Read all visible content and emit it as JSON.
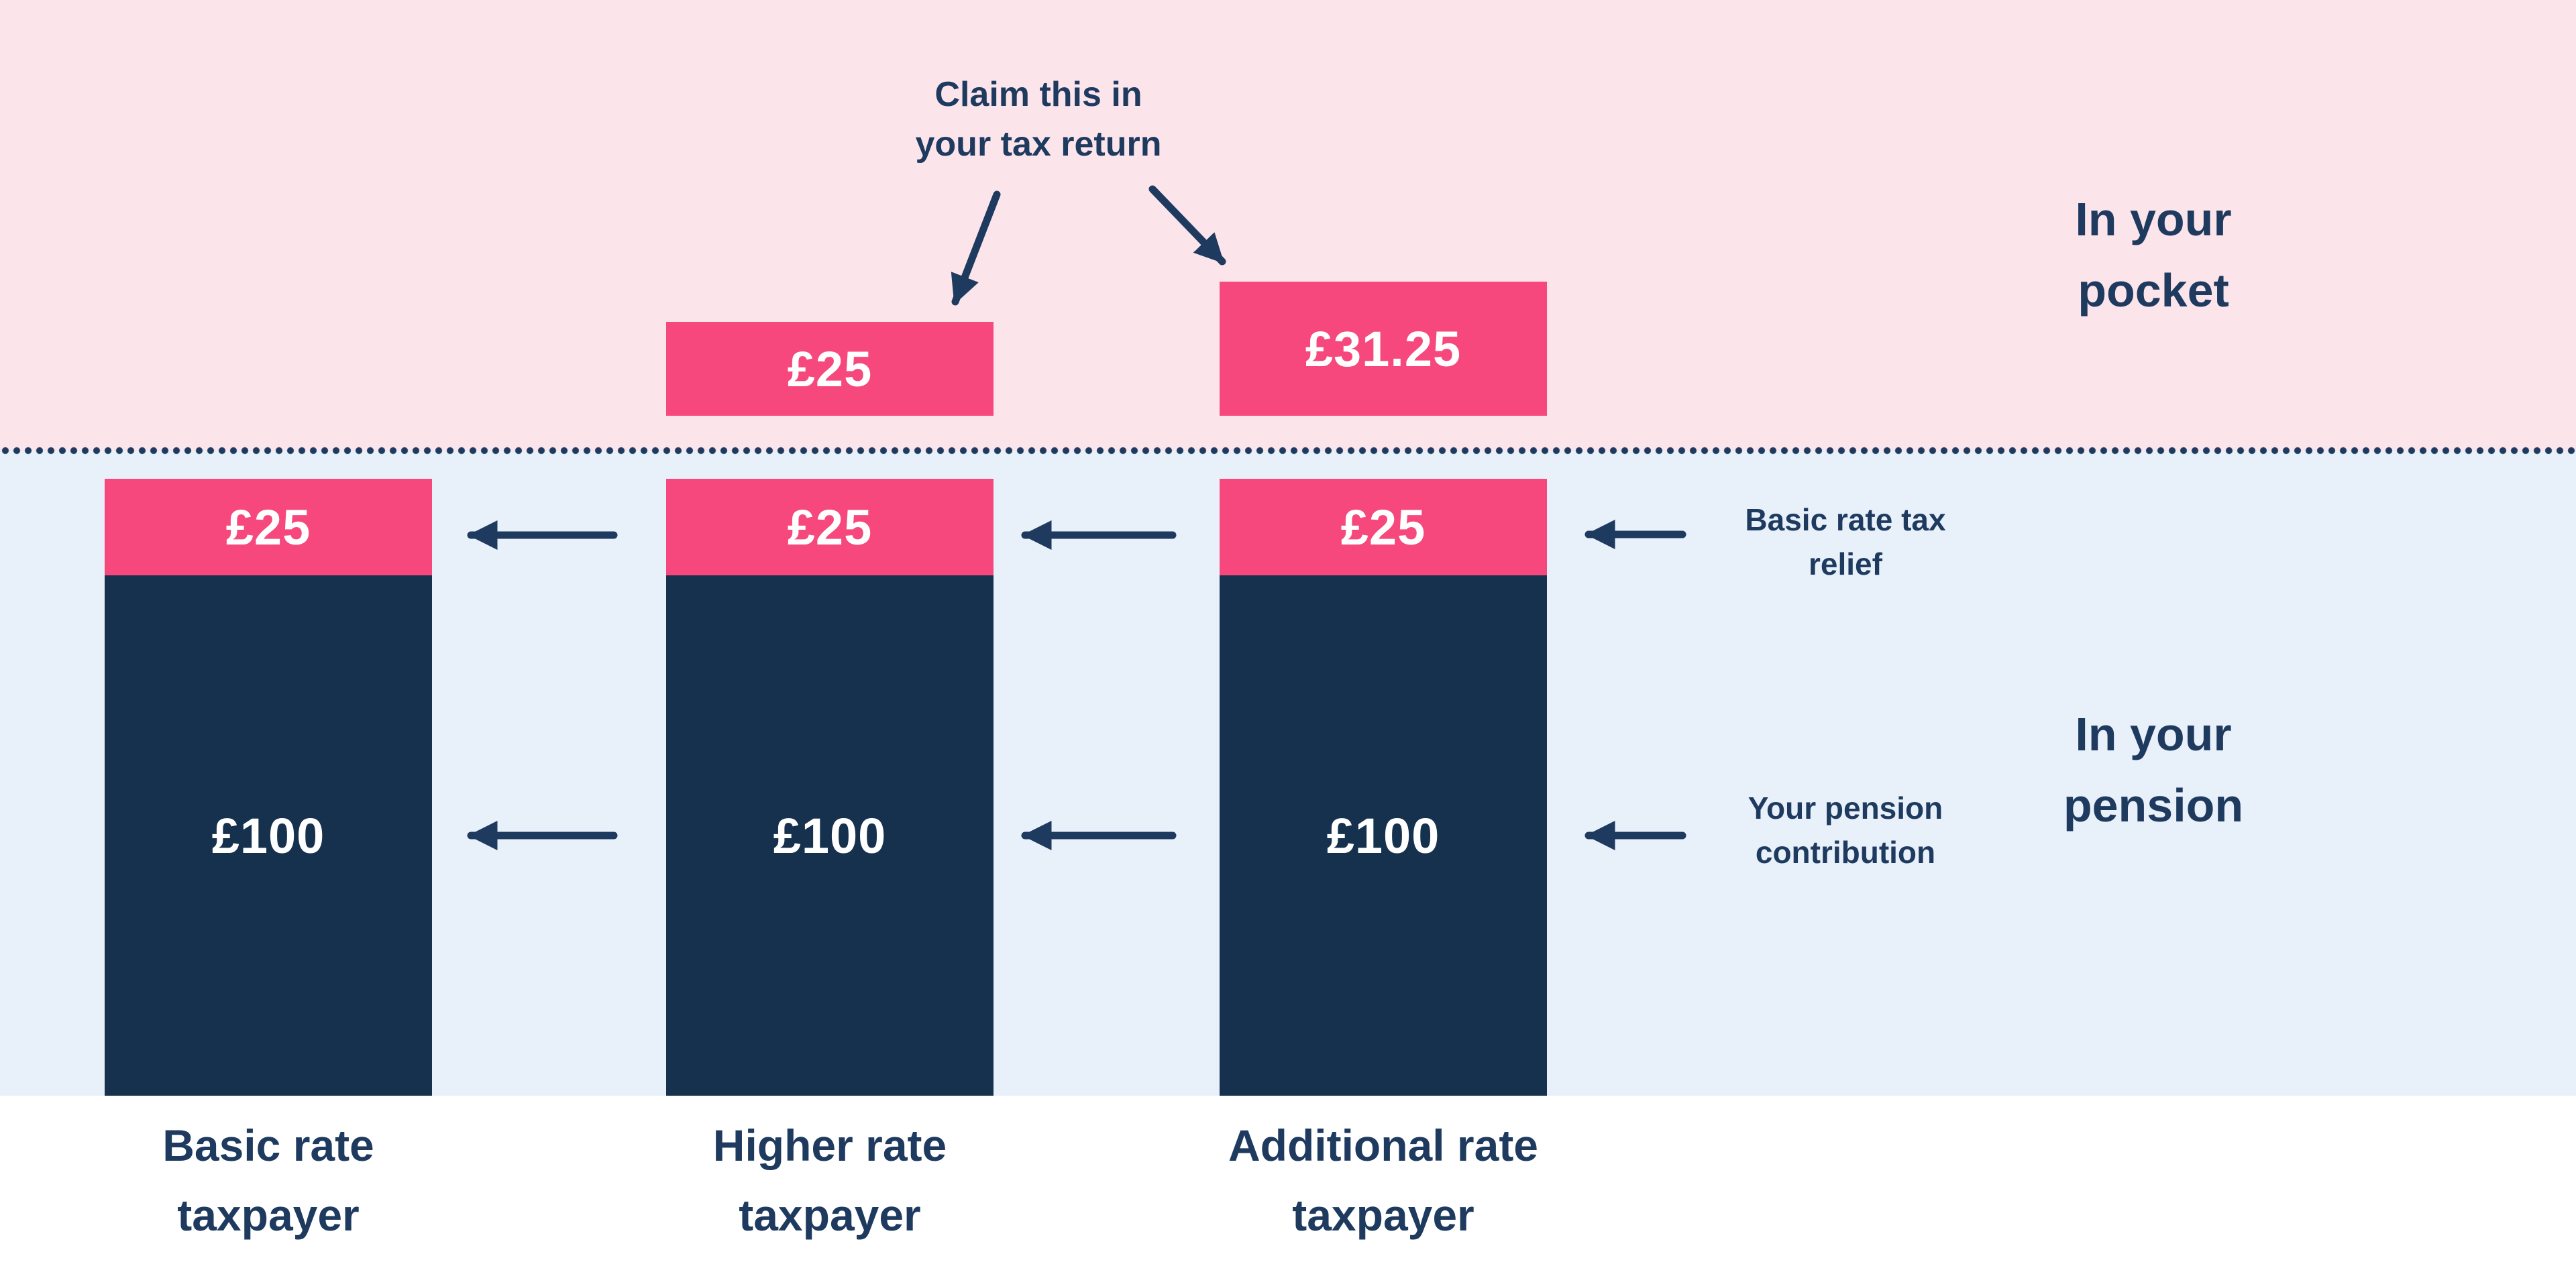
{
  "palette": {
    "pink_bg": "#fce4eb",
    "blue_bg": "#e8f0fa",
    "footer_bg": "#ffffff",
    "accent_pink": "#f6487c",
    "bar_navy": "#16314e",
    "text_navy": "#1e3a5f",
    "value_text": "#ffffff"
  },
  "regions": {
    "pocket_line1": "In your",
    "pocket_line2": "pocket",
    "pension_line1": "In your",
    "pension_line2": "pension"
  },
  "annotations": {
    "claim_line1": "Claim this in",
    "claim_line2": "your tax return",
    "relief_line1": "Basic rate tax",
    "relief_line2": "relief",
    "contribution_line1": "Your pension",
    "contribution_line2": "contribution"
  },
  "columns": [
    {
      "name_line1": "Basic rate",
      "name_line2": "taxpayer",
      "pocket_value": "",
      "relief_value": "£25",
      "contribution_value": "£100"
    },
    {
      "name_line1": "Higher rate",
      "name_line2": "taxpayer",
      "pocket_value": "£25",
      "relief_value": "£25",
      "contribution_value": "£100"
    },
    {
      "name_line1": "Additional rate",
      "name_line2": "taxpayer",
      "pocket_value": "£31.25",
      "relief_value": "£25",
      "contribution_value": "£100"
    }
  ],
  "chart_data": {
    "type": "bar",
    "stacked": true,
    "title": "",
    "categories": [
      "Basic rate taxpayer",
      "Higher rate taxpayer",
      "Additional rate taxpayer"
    ],
    "series": [
      {
        "name": "Your pension contribution",
        "region": "In your pension",
        "values": [
          100,
          100,
          100
        ],
        "labels": [
          "£100",
          "£100",
          "£100"
        ],
        "color": "#16314e"
      },
      {
        "name": "Basic rate tax relief",
        "region": "In your pension",
        "values": [
          25,
          25,
          25
        ],
        "labels": [
          "£25",
          "£25",
          "£25"
        ],
        "color": "#f6487c"
      },
      {
        "name": "Claim this in your tax return",
        "region": "In your pocket",
        "values": [
          0,
          25,
          31.25
        ],
        "labels": [
          "",
          "£25",
          "£31.25"
        ],
        "color": "#f6487c"
      }
    ],
    "annotations": [
      "Claim this in your tax return",
      "Basic rate tax relief",
      "Your pension contribution",
      "In your pocket",
      "In your pension"
    ],
    "legend": false,
    "axes": false,
    "layout": "three columns; amounts above dotted line are in your pocket, amounts below are in your pension"
  }
}
